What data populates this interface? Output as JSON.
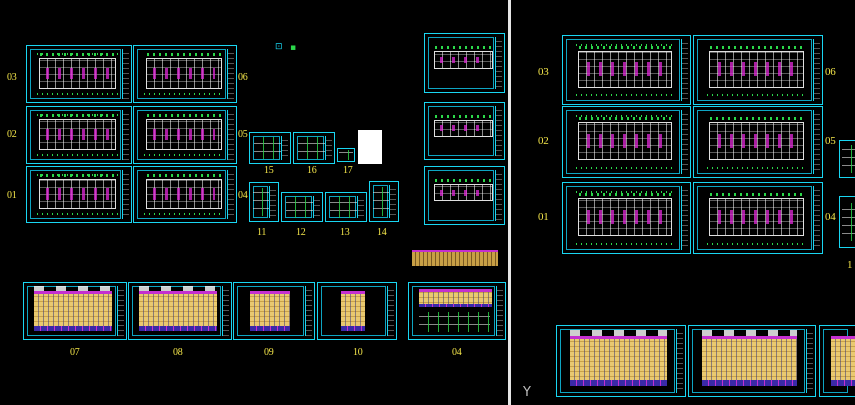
{
  "canvas": {
    "left_viewport": "Drawing sheets overview (left)",
    "right_viewport": "Drawing sheets overview (right)"
  },
  "left": {
    "row_labels": [
      "03",
      "02",
      "01"
    ],
    "mid_labels": [
      "06",
      "05",
      "04"
    ],
    "detail_labels": [
      "15",
      "16",
      "17",
      "11",
      "12",
      "13",
      "14"
    ],
    "elevation_labels": [
      "07",
      "08",
      "09",
      "10",
      "04"
    ]
  },
  "right": {
    "row_labels": [
      "03",
      "02",
      "01"
    ],
    "mid_labels": [
      "06",
      "05",
      "04"
    ],
    "edge_label": "1"
  },
  "ucs_glyph": "Y",
  "colors": {
    "frame": "#19d6f2",
    "label": "#f4e64a",
    "background": "#000000",
    "divider": "#e6e6e6"
  },
  "icons": [
    "ucs-y-axis-icon",
    "layer-toggle-icon"
  ]
}
